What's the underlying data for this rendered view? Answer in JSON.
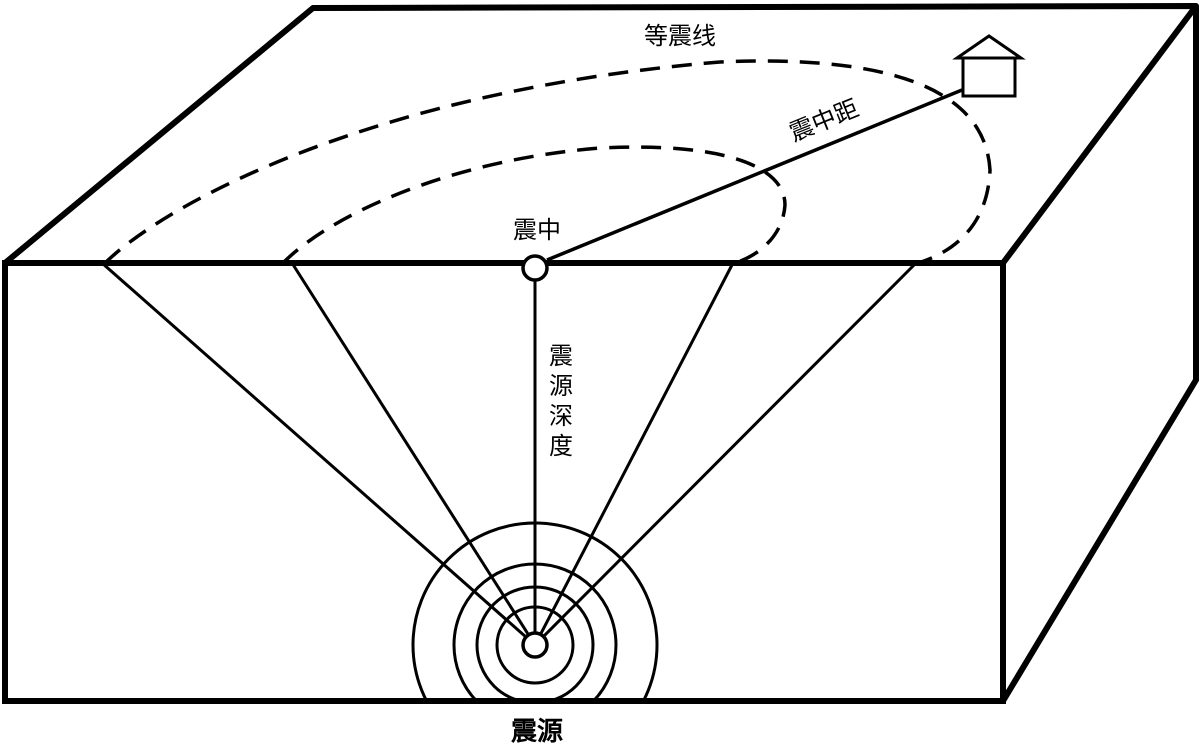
{
  "labels": {
    "isoseismal_line": "等震线",
    "epicentral_distance": "震中距",
    "epicenter": "震中",
    "focal_depth_chars": [
      "震",
      "源",
      "深",
      "度"
    ],
    "hypocenter": "震源"
  },
  "colors": {
    "stroke": "#000000",
    "background": "#ffffff"
  },
  "icons": {
    "observer_site": "house-icon",
    "epicenter_marker": "circle-marker-icon",
    "hypocenter_marker": "circle-marker-icon"
  }
}
